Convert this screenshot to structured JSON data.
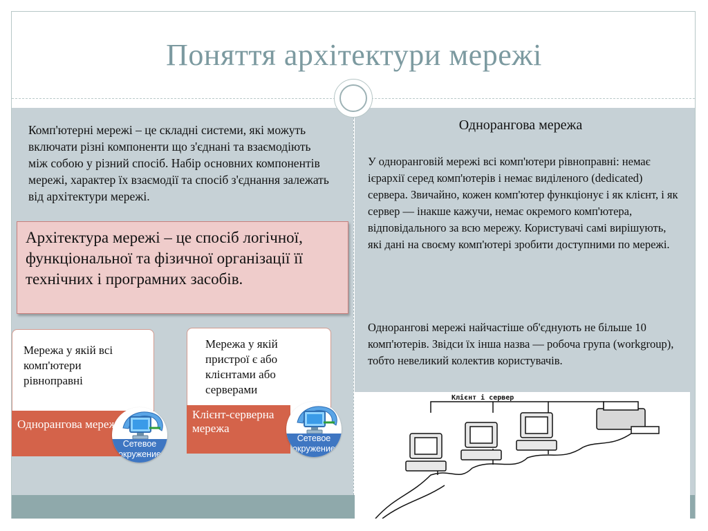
{
  "slide": {
    "title": "Поняття архітектури мережі",
    "intro": "Комп'ютерні мережі – це складні системи, які можуть включати різні компоненти що з'єднані та взаємодіють між собою у різний спосіб. Набір основних компонентів мережі, характер їх взаємодії та спосіб з'єднання залежать від архітектури мережі.",
    "definition": "Архітектура мережі – це спосіб логічної, функціональної та фізичної організації її технічних і програмних засобів."
  },
  "cards": [
    {
      "text": "Мережа у якій всі комп'ютери рівноправні",
      "band": "Однорангова мережа",
      "icon_label": "Сетевое окружение",
      "icon": "network-computer-icon"
    },
    {
      "text": "Мережа у якій пристрої є або клієнтами або серверами",
      "band": "Клієнт-серверна мережа",
      "icon_label": "Сетевое окружение",
      "icon": "network-computer-icon"
    }
  ],
  "right": {
    "heading": "Однорангова мережа",
    "paragraph1": "У одноранговій мережі всі комп'ютери рівноправні: немає ієрархії серед комп'ютерів і немає виділеного (dedicated) сервера. Звичайно, кожен комп'ютер функціонує і як клієнт, і як сервер — інакше кажучи, немає окремого комп'ютера, відповідального за всю мережу. Користувачі самі вирішують, які дані на своєму комп'ютері зробити доступними по мережі.",
    "paragraph2": "Однорангові мережі найчастіше об'єднують не більше 10 комп'ютерів. Звідси їх інша назва — робоча група (workgroup), тобто невеликий колектив користувачів.",
    "image_label": "Клієнт і сервер"
  },
  "colors": {
    "title": "#7c9aa0",
    "panel": "#c6d1d6",
    "definition_bg": "#efcccb",
    "band": "#d4634a",
    "footer": "#8fa9ab",
    "icon_label": "#3e76c2"
  }
}
